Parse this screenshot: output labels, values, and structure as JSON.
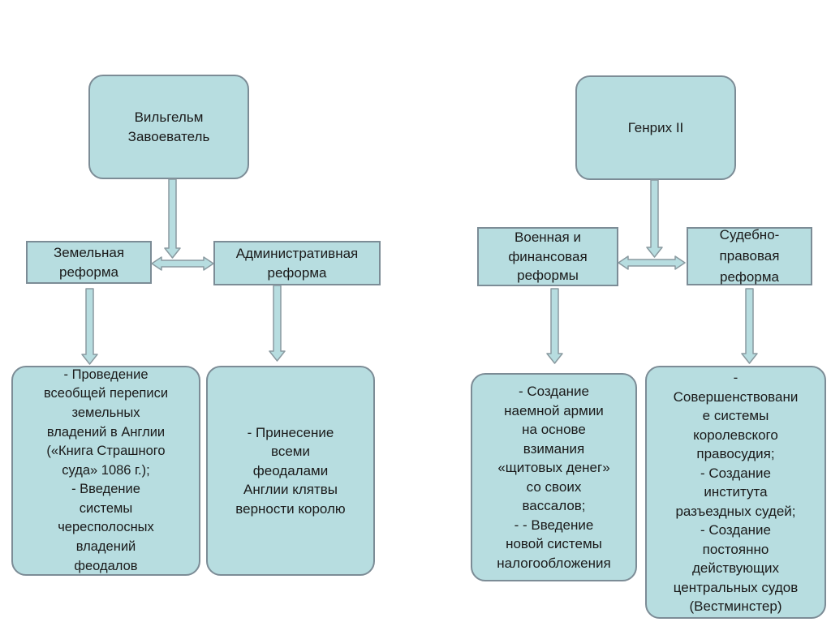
{
  "left": {
    "root": "Вильгельм\nЗавоеватель",
    "reform_a": "Земельная\nреформа",
    "reform_b": "Административная\nреформа",
    "detail_a": "- Проведение\nвсеобщей переписи\nземельных\nвладений в Англии\n(«Книга Страшного\nсуда» 1086 г.);\n- Введение\nсистемы\nчересполосных\nвладений\nфеодалов",
    "detail_b": "- Принесение\nвсеми\nфеодалами\nАнглии клятвы\nверности королю"
  },
  "right": {
    "root": "Генрих II",
    "reform_a": "Военная и\nфинансовая\nреформы",
    "reform_b": "Судебно-\nправовая\nреформа",
    "detail_a": "- Создание\nнаемной армии\nна основе\nвзимания\n«щитовых денег»\nсо своих\nвассалов;\n-  - Введение\nновой системы\nналогообложения",
    "detail_b": "-\nСовершенствовани\nе системы\nкоролевского\nправосудия;\n- Создание\nинститута\nразъездных судей;\n- Создание\nпостоянно\nдействующих\nцентральных судов\n(Вестминстер)"
  },
  "colors": {
    "box_fill": "#b7dde0",
    "box_border": "#7c8c96",
    "arrow_fill": "#b7dde0",
    "arrow_stroke": "#8a9aa0"
  }
}
